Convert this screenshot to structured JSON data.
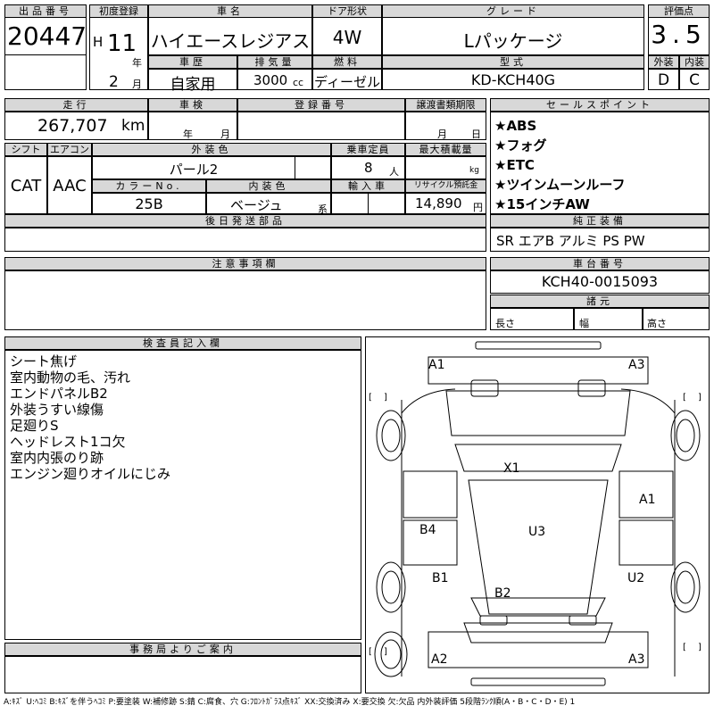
{
  "header": {
    "lot_label": "出品番号",
    "lot": "20447",
    "first_reg_label": "初度登録",
    "era": "H",
    "year": "11",
    "year_unit": "年",
    "month": "2",
    "month_unit": "月",
    "name_label": "車名",
    "name": "ハイエースレジアス",
    "door_label": "ドア形状",
    "door": "4W",
    "grade_label": "グレード",
    "grade": "Lパッケージ",
    "score_label": "評価点",
    "score": "3.5",
    "history_label": "車歴",
    "history": "自家用",
    "disp_label": "排気量",
    "disp": "3000",
    "disp_unit": "cc",
    "fuel_label": "燃料",
    "fuel": "ディーゼル",
    "model_label": "型式",
    "model": "KD-KCH40G",
    "ext_label": "外装",
    "ext": "D",
    "int_label": "内装",
    "int": "C"
  },
  "row2": {
    "mileage_label": "走行",
    "mileage": "267,707",
    "mileage_unit": "km",
    "inspection_label": "車検",
    "insp_year_unit": "年",
    "insp_month_unit": "月",
    "plate_label": "登録番号",
    "transfer_label": "譲渡書類期限",
    "tr_month_unit": "月",
    "tr_day_unit": "日",
    "shift_label": "シフト",
    "shift": "CAT",
    "ac_label": "エアコン",
    "ac": "AAC",
    "ext_color_label": "外装色",
    "ext_color": "パール2",
    "seats_label": "乗車定員",
    "seats": "8",
    "seats_unit": "人",
    "load_label": "最大積載量",
    "load_unit": "kg",
    "color_no_label": "カラーNo.",
    "color_no": "25B",
    "int_color_label": "内装色",
    "int_color": "ベージュ",
    "int_color_unit": "系",
    "import_label": "輸入車",
    "recycle_label": "リサイクル預託金",
    "recycle": "14,890",
    "recycle_unit": "円",
    "after_label": "後日発送部品"
  },
  "sales_points": {
    "label": "セールスポイント",
    "items": [
      "★ABS",
      "★フォグ",
      "★ETC",
      "★ツインムーンルーフ",
      "★15インチAW"
    ]
  },
  "equipment": {
    "label": "純正装備",
    "value": "SR エアB アルミ PS PW"
  },
  "notes": {
    "label": "注意事項欄"
  },
  "chassis": {
    "label": "車台番号",
    "value": "KCH40-0015093"
  },
  "dims": {
    "label": "諸元",
    "length": "長さ",
    "width": "幅",
    "height": "高さ"
  },
  "inspector": {
    "label": "検査員記入欄",
    "lines": [
      "シート焦げ",
      "室内動物の毛、汚れ",
      "エンドパネルB2",
      "外装うすい線傷",
      "足廻りS",
      "ヘッドレスト1コ欠",
      "室内内張のり跡",
      "エンジン廻りオイルにじみ"
    ]
  },
  "office": {
    "label": "事務局よりご案内"
  },
  "diagram": {
    "marks": [
      {
        "id": "a1-top-left",
        "text": "A1"
      },
      {
        "id": "a3-top-right",
        "text": "A3"
      },
      {
        "id": "x1-roof",
        "text": "X1"
      },
      {
        "id": "a1-right-door",
        "text": "A1"
      },
      {
        "id": "b4-left-door",
        "text": "B4"
      },
      {
        "id": "u3-center",
        "text": "U3"
      },
      {
        "id": "b1-left-rear",
        "text": "B1"
      },
      {
        "id": "u2-right-rear",
        "text": "U2"
      },
      {
        "id": "b2-rear",
        "text": "B2"
      },
      {
        "id": "a2-bottom-left",
        "text": "A2"
      },
      {
        "id": "a3-bottom-right",
        "text": "A3"
      }
    ]
  },
  "legend": "A:ｷｽﾞ U:ﾍｺﾐ B:ｷｽﾞを伴うﾍｺﾐ P:要塗装 W:補修跡 S:錆 C:腐食、穴 G:ﾌﾛﾝﾄｶﾞﾗｽ点ｷｽﾞ XX:交換済み X:要交換 欠:欠品 内外装評価 5段階ﾗﾝｸ順(A・B・C・D・E) 1"
}
